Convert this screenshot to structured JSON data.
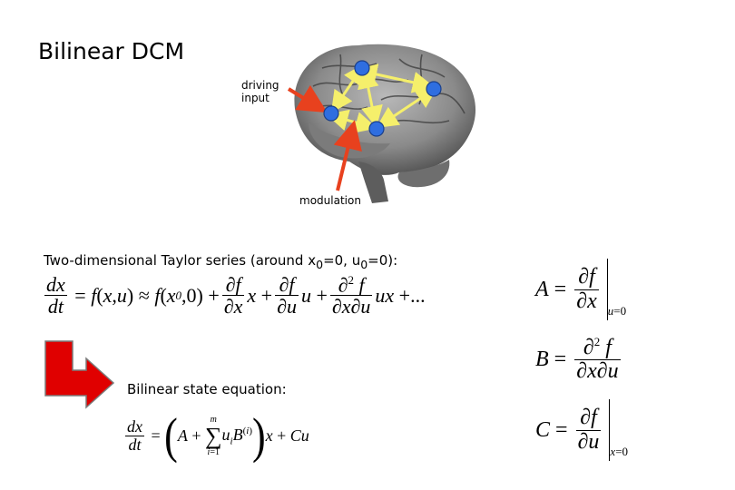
{
  "slide": {
    "title": "Bilinear DCM",
    "labels": {
      "driving_input_line1": "driving",
      "driving_input_line2": "input",
      "modulation": "modulation"
    },
    "taylor_heading": {
      "prefix": "Two-dimensional Taylor series (around x",
      "sub1": "0",
      "mid": "=0, u",
      "sub2": "0",
      "suffix": "=0):"
    },
    "bilinear_heading": "Bilinear state equation:",
    "colors": {
      "node_blue": "#2f6ee0",
      "arrow_yellow": "#f5ef6b",
      "arrow_red": "#e8411e",
      "big_arrow_red": "#e00000"
    }
  }
}
